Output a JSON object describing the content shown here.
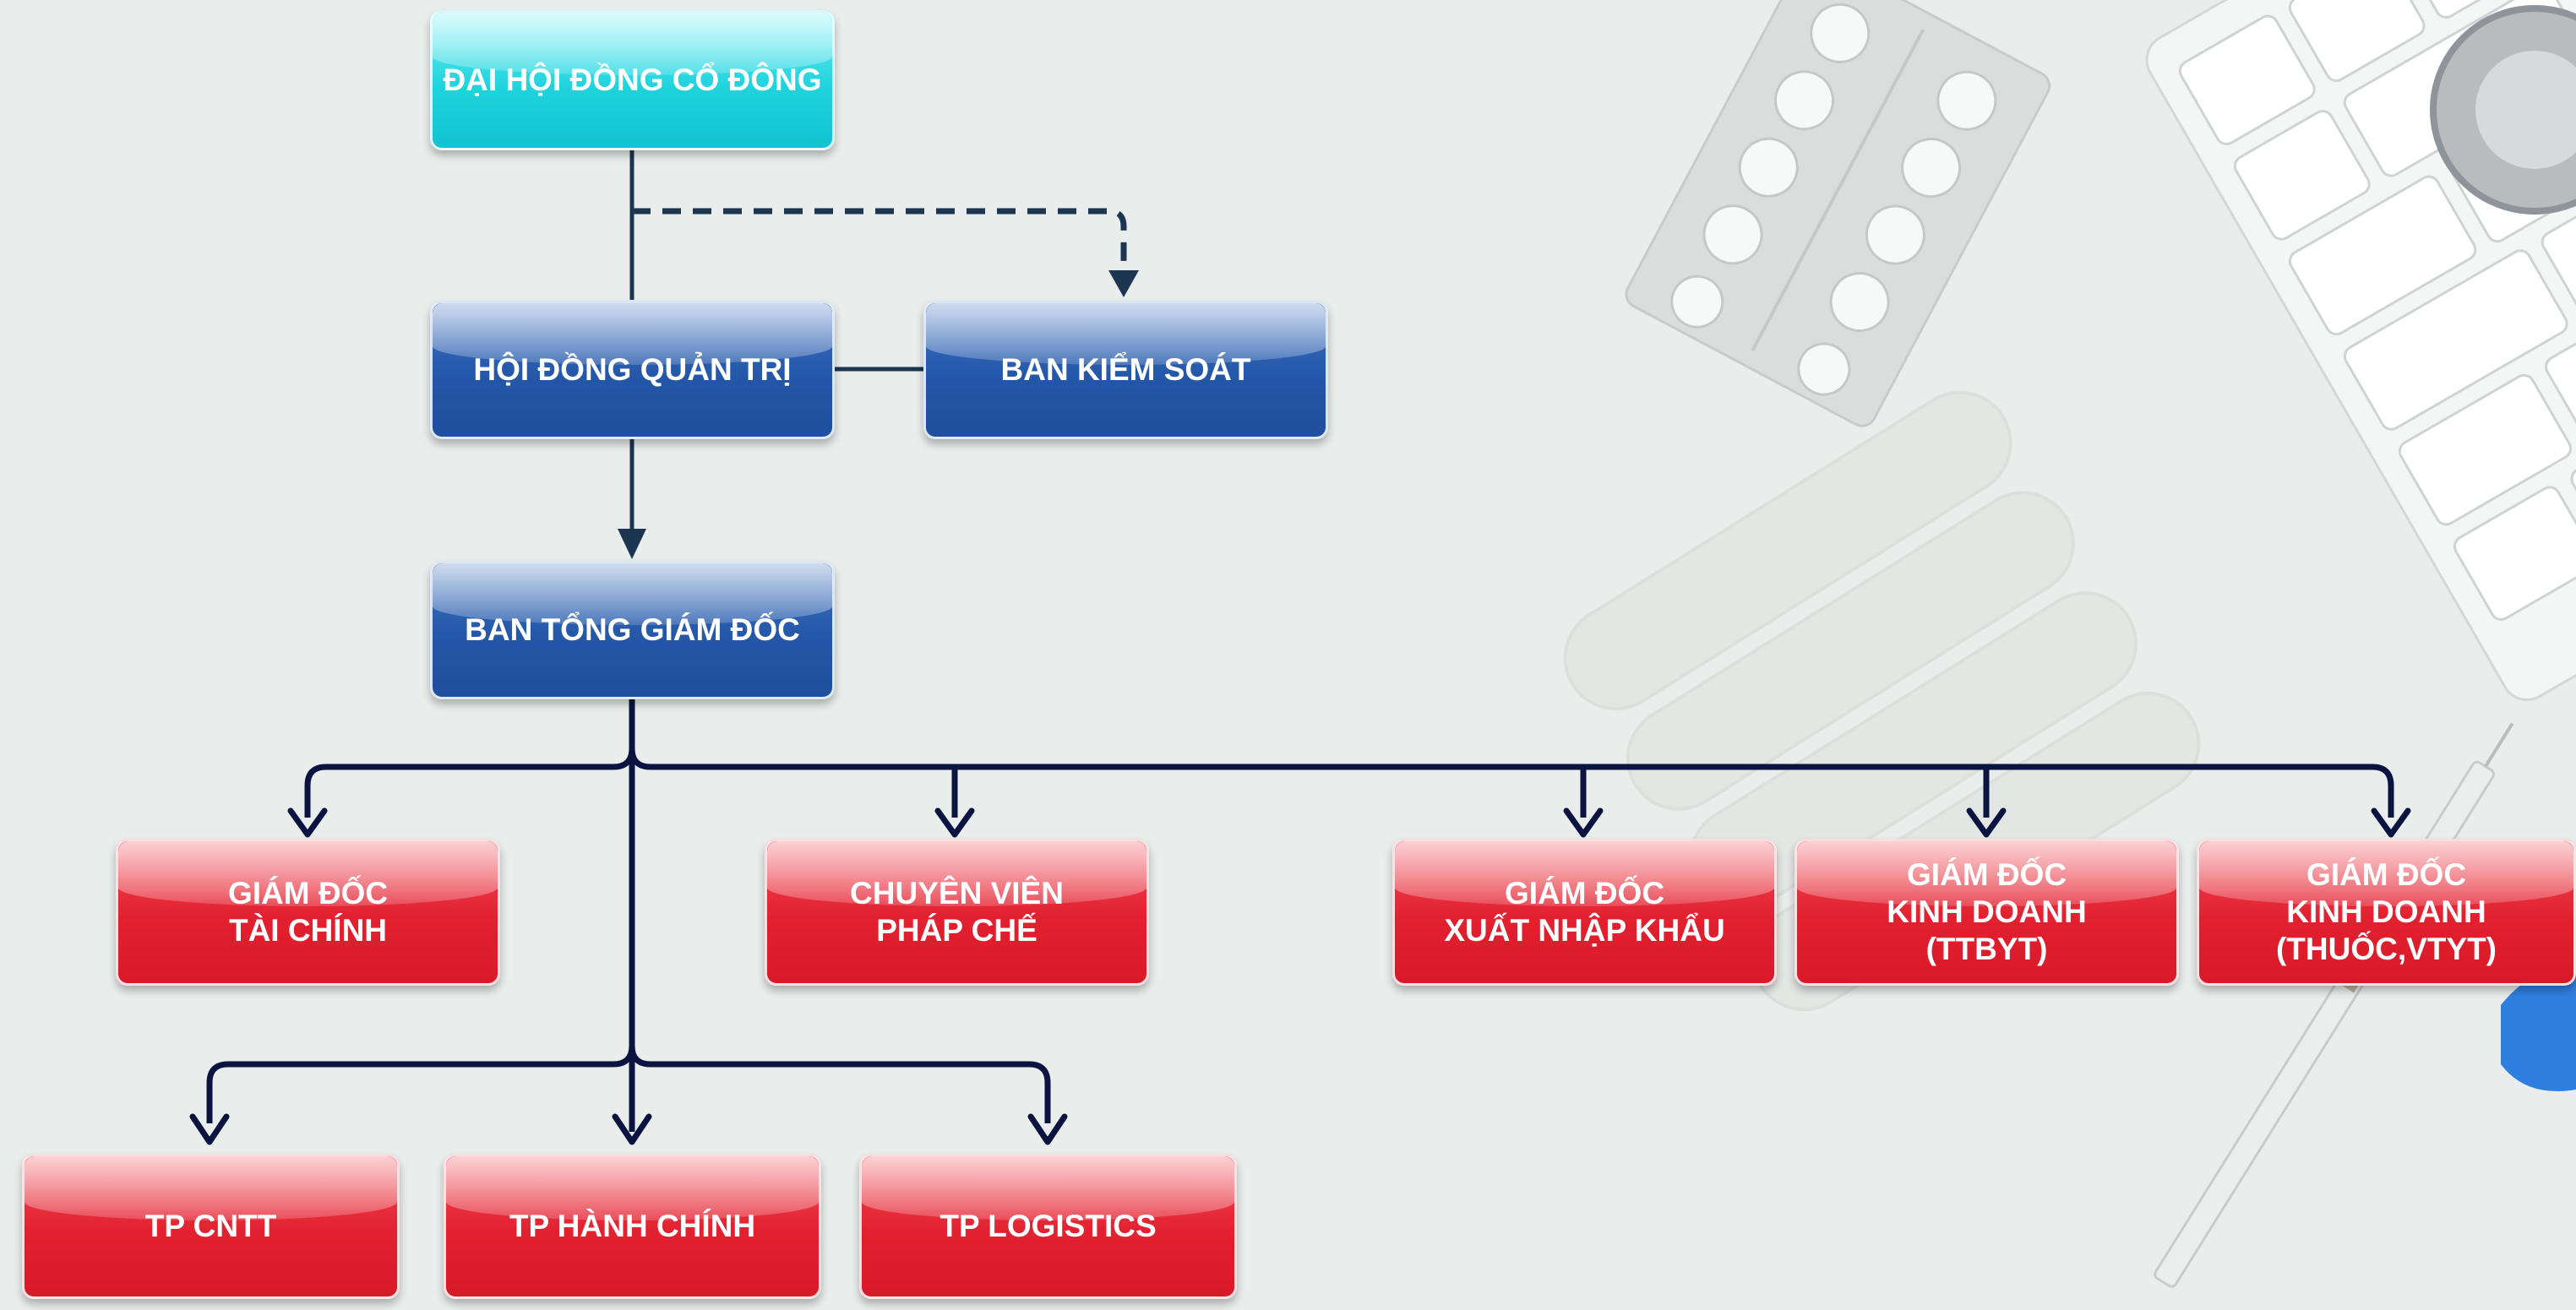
{
  "colors": {
    "top_node": "#1fd3dd",
    "board_node": "#2457a8",
    "department_node": "#e2202f",
    "connector": "#0b1440",
    "dashed_connector": "#1c3550"
  },
  "nodes": {
    "shareholders": [
      "ĐẠI HỘI ĐỒNG CỔ ĐÔNG"
    ],
    "board": [
      "HỘI ĐỒNG QUẢN TRỊ"
    ],
    "supervisory": [
      "BAN KIỂM SOÁT"
    ],
    "executive": [
      "BAN TỔNG GIÁM ĐỐC"
    ],
    "cfo": [
      "GIÁM ĐỐC",
      "TÀI CHÍNH"
    ],
    "legal": [
      "CHUYÊN VIÊN",
      "PHÁP CHẾ"
    ],
    "import_export": [
      "GIÁM ĐỐC",
      "XUẤT NHẬP KHẨU"
    ],
    "sales_equipment": [
      "GIÁM ĐỐC",
      "KINH DOANH",
      "(TTBYT)"
    ],
    "sales_drugs": [
      "GIÁM ĐỐC",
      "KINH DOANH",
      "(THUỐC,VTYT)"
    ],
    "it": [
      "TP CNTT"
    ],
    "admin": [
      "TP HÀNH CHÍNH"
    ],
    "logistics": [
      "TP LOGISTICS"
    ]
  },
  "background_icons": [
    "pill-blister-icon",
    "keyboard-icon",
    "stethoscope-icon",
    "ampoule-icon",
    "syringe-icon",
    "glove-icon"
  ]
}
